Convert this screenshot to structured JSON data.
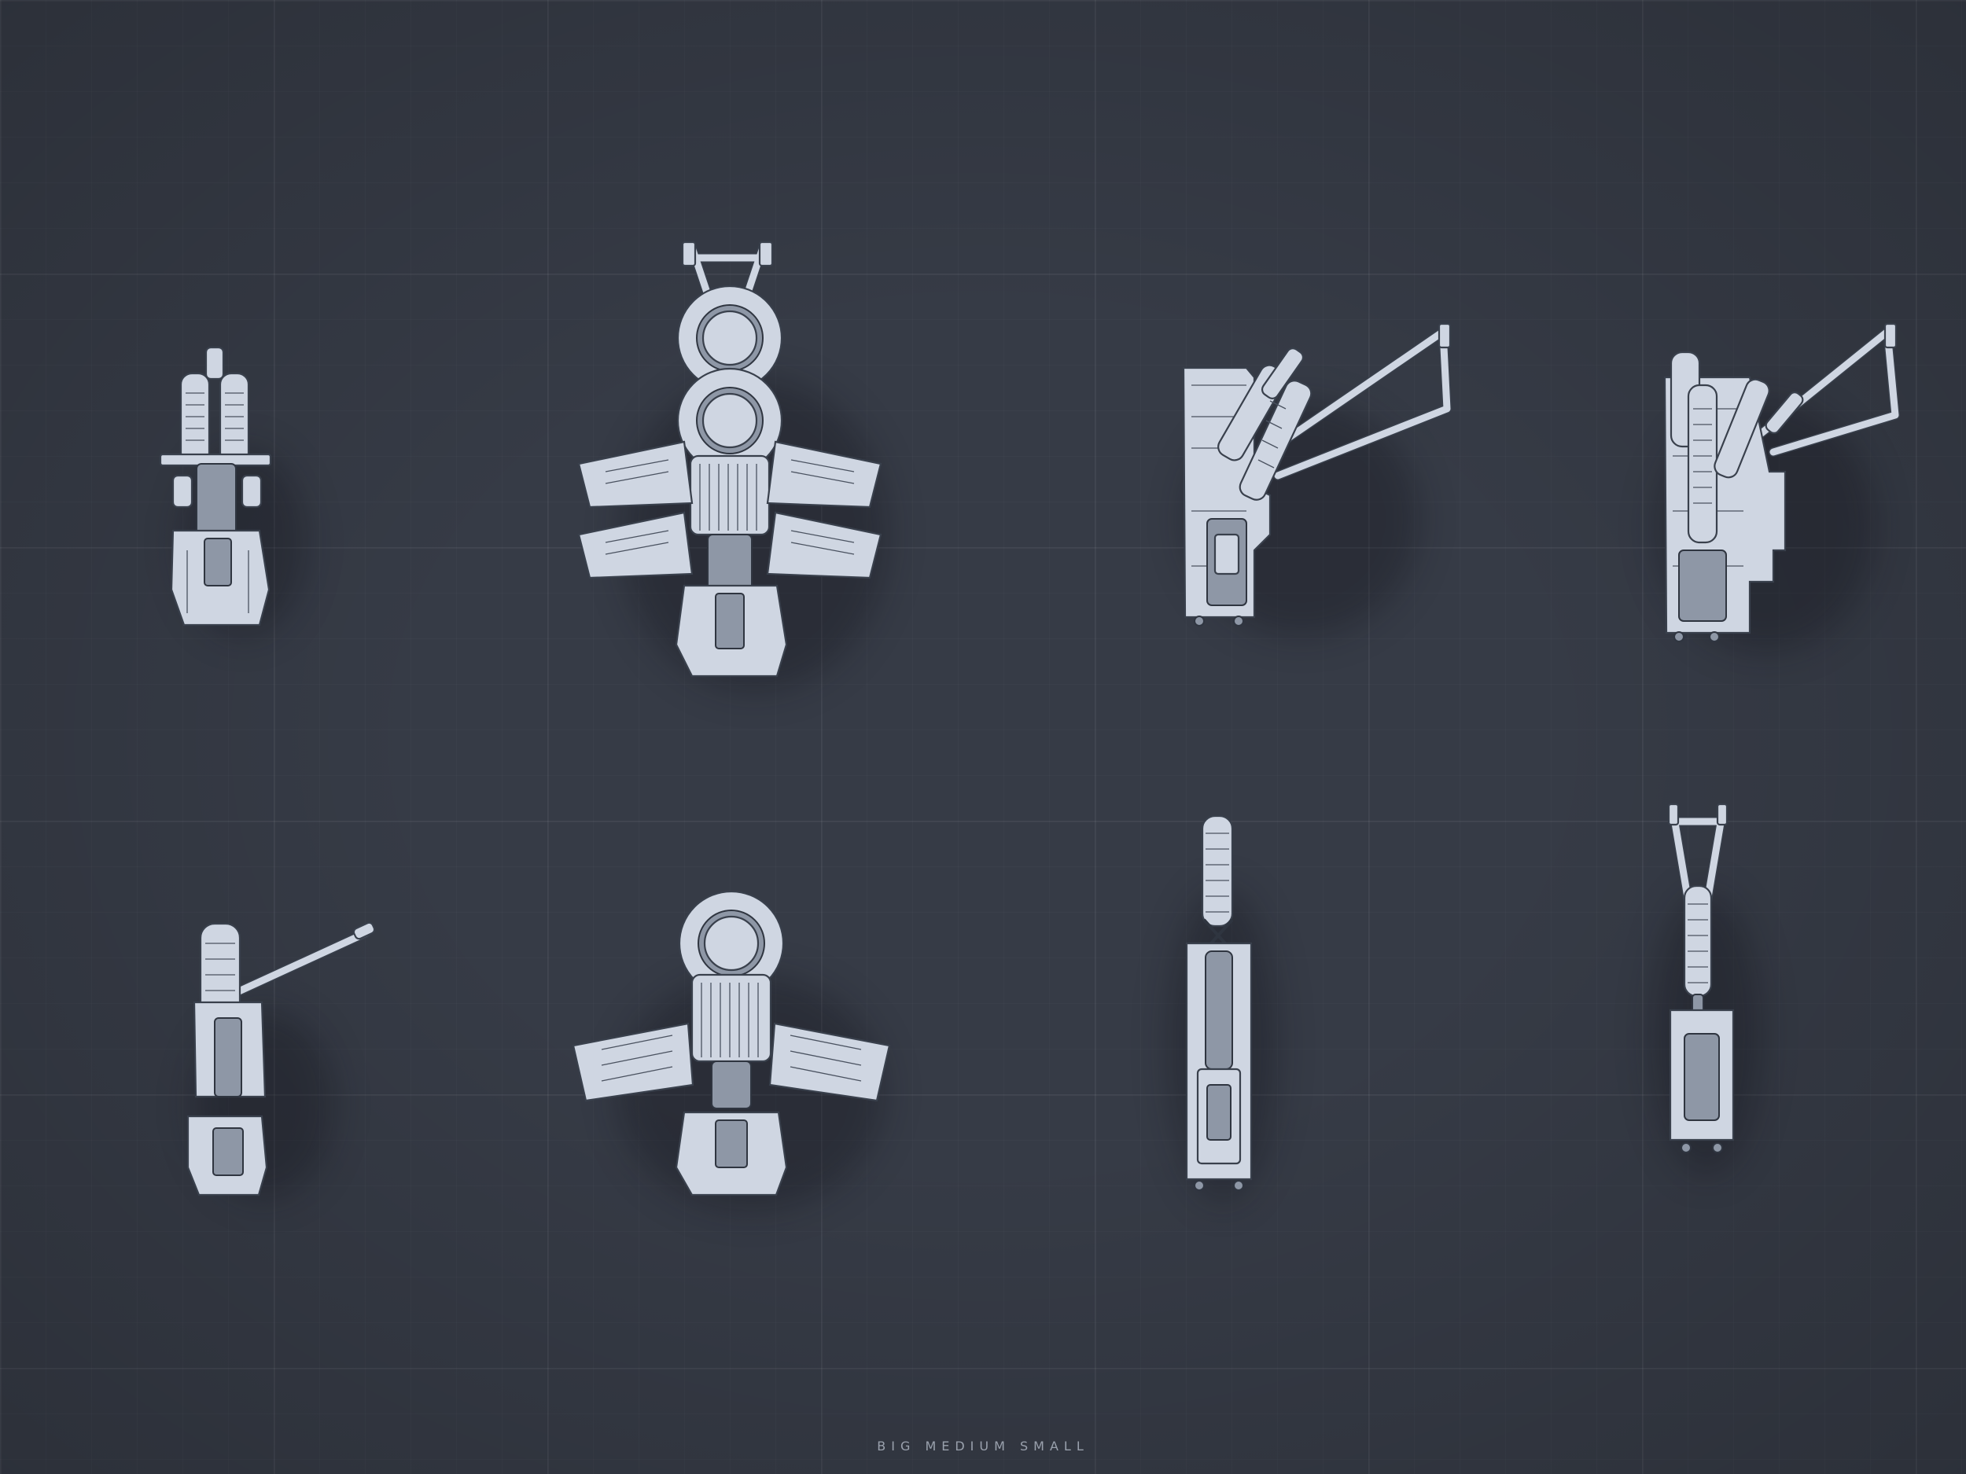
{
  "caption": "BIG MEDIUM SMALL",
  "colors": {
    "background": "#363b46",
    "grid_line": "#454b57",
    "model_fill": "#cfd6e2",
    "model_outline": "#39404c",
    "caption_text": "#9aa1ad"
  },
  "models": [
    {
      "id": "small-mortar-top-view",
      "row": 1,
      "column": 1
    },
    {
      "id": "big-mortar-pair-top-view",
      "row": 1,
      "column": 2
    },
    {
      "id": "medium-launcher-angled-view",
      "row": 1,
      "column": 3
    },
    {
      "id": "small-launcher-angled-view",
      "row": 1,
      "column": 4
    },
    {
      "id": "small-mortar-side-barrel-view",
      "row": 2,
      "column": 1
    },
    {
      "id": "big-mortar-single-top-view",
      "row": 2,
      "column": 2
    },
    {
      "id": "medium-launcher-vertical-view",
      "row": 2,
      "column": 3
    },
    {
      "id": "small-launcher-vertical-view",
      "row": 2,
      "column": 4
    }
  ]
}
